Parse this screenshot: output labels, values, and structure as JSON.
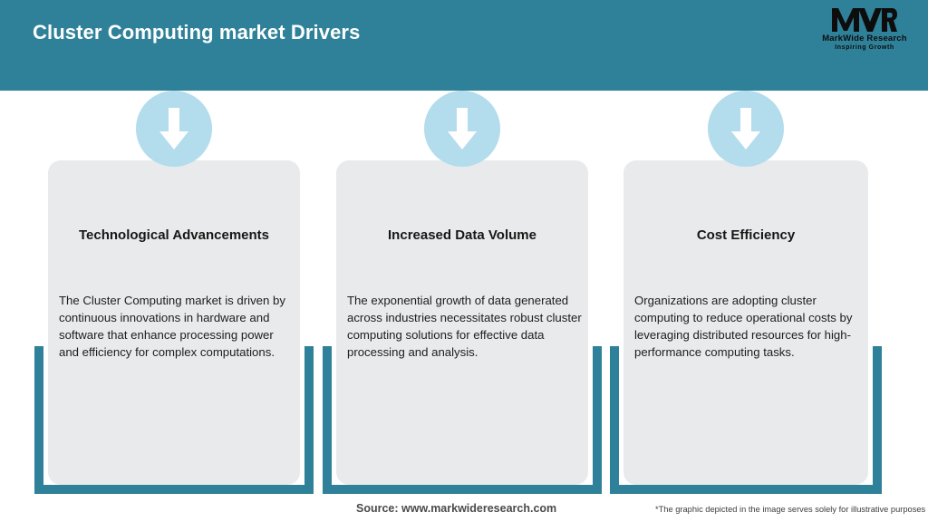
{
  "header": {
    "title": "Cluster Computing market Drivers",
    "background_color": "#2f8199",
    "title_color": "#ffffff"
  },
  "logo": {
    "mark": "MWR",
    "name": "MarkWide Research",
    "tagline": "Inspiring Growth"
  },
  "cards": [
    {
      "icon": "down-arrow-icon",
      "title": "Technological Advancements",
      "body": "The Cluster Computing market is driven by continuous innovations in hardware and software that enhance processing power and efficiency for complex computations."
    },
    {
      "icon": "down-arrow-icon",
      "title": "Increased Data Volume",
      "body": "The exponential growth of data generated across industries necessitates robust cluster computing solutions for effective data processing and analysis."
    },
    {
      "icon": "down-arrow-icon",
      "title": "Cost Efficiency",
      "body": "Organizations are adopting cluster computing to reduce operational costs by leveraging distributed resources for high-performance computing tasks."
    }
  ],
  "footer": {
    "source": "Source: www.markwideresearch.com",
    "disclaimer": "*The graphic depicted in the image serves solely for illustrative purposes"
  },
  "colors": {
    "teal": "#2f8199",
    "panel_gray": "#e8eaeb",
    "icon_circle_blue": "#b3dced",
    "arrow_white": "#ffffff"
  }
}
